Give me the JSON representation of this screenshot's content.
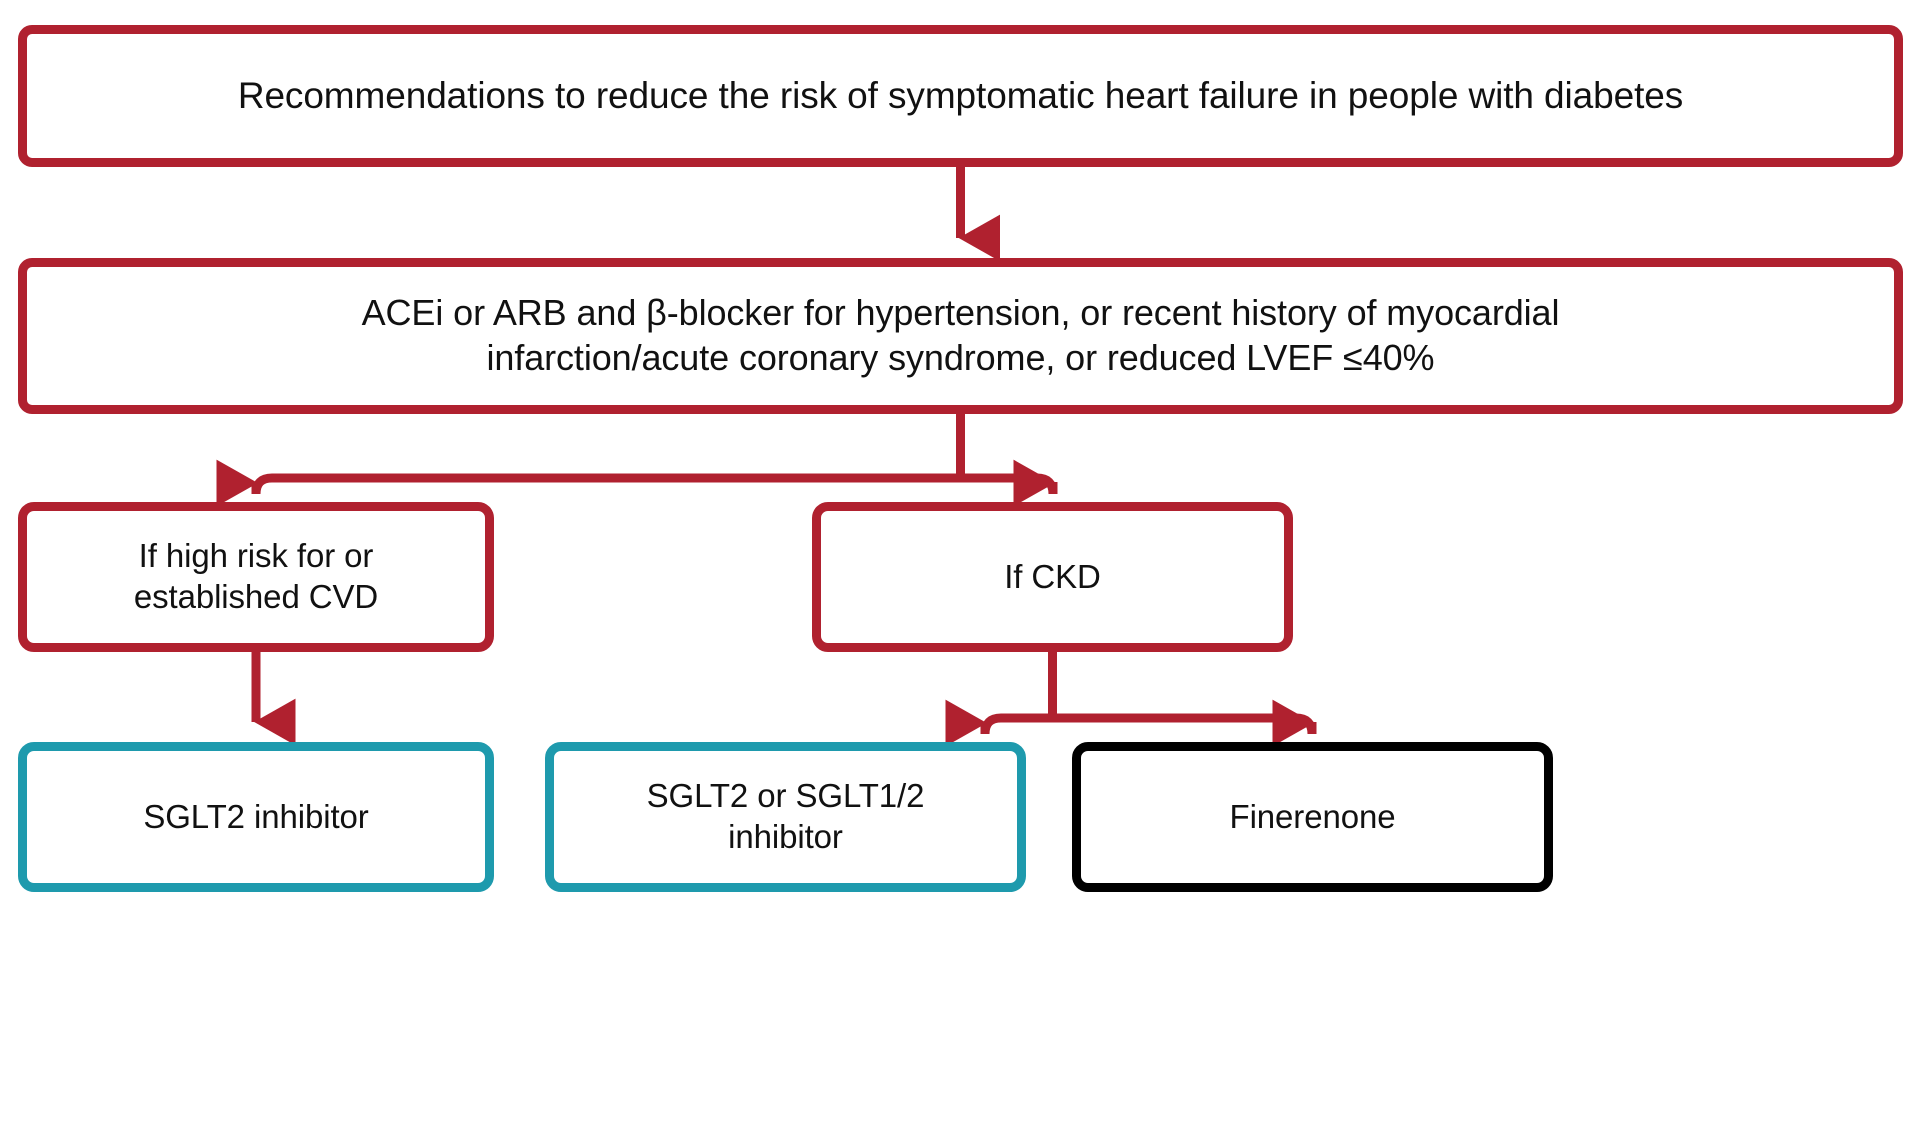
{
  "diagram": {
    "type": "flowchart",
    "orientation": "top-down",
    "colors": {
      "red": "#B0212F",
      "teal": "#1E9AAD",
      "black": "#000000",
      "background": "#FFFFFF",
      "text": "#111111"
    },
    "nodes": [
      {
        "id": "title",
        "label": "Recommendations to reduce the risk of symptomatic heart failure in people with diabetes",
        "border": "red",
        "level": 0
      },
      {
        "id": "criteria",
        "label": "ACEi or ARB and β-blocker for hypertension, or recent history of myocardial\ninfarction/acute coronary syndrome, or reduced LVEF ≤40%",
        "border": "red",
        "level": 1
      },
      {
        "id": "cvd",
        "label": "If high risk for or\nestablished CVD",
        "border": "red",
        "level": 2
      },
      {
        "id": "ckd",
        "label": "If CKD",
        "border": "red",
        "level": 2
      },
      {
        "id": "sglt2",
        "label": "SGLT2 inhibitor",
        "border": "teal",
        "level": 3
      },
      {
        "id": "sglt12",
        "label": "SGLT2 or SGLT1/2\ninhibitor",
        "border": "teal",
        "level": 3
      },
      {
        "id": "finerenone",
        "label": "Finerenone",
        "border": "black",
        "level": 3
      }
    ],
    "edges": [
      {
        "from": "title",
        "to": "criteria",
        "style": "straight-arrow",
        "color": "red"
      },
      {
        "from": "criteria",
        "to": "cvd",
        "style": "elbow-arrow",
        "color": "red"
      },
      {
        "from": "criteria",
        "to": "ckd",
        "style": "elbow-arrow",
        "color": "red"
      },
      {
        "from": "cvd",
        "to": "sglt2",
        "style": "straight-arrow",
        "color": "red"
      },
      {
        "from": "ckd",
        "to": "sglt12",
        "style": "elbow-arrow",
        "color": "red"
      },
      {
        "from": "ckd",
        "to": "finerenone",
        "style": "elbow-arrow",
        "color": "red"
      }
    ]
  }
}
